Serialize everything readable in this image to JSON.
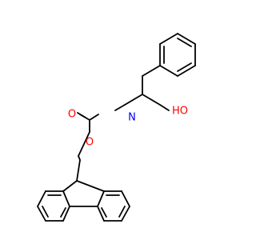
{
  "molecule": {
    "atoms": {
      "N": {
        "symbol": "N",
        "color": "#0000ff"
      },
      "O_carbonyl": {
        "symbol": "O",
        "color": "#ff0000"
      },
      "O_ester": {
        "symbol": "O",
        "color": "#ff0000"
      },
      "OH": {
        "symbol": "HO",
        "color": "#ff0000"
      }
    }
  }
}
